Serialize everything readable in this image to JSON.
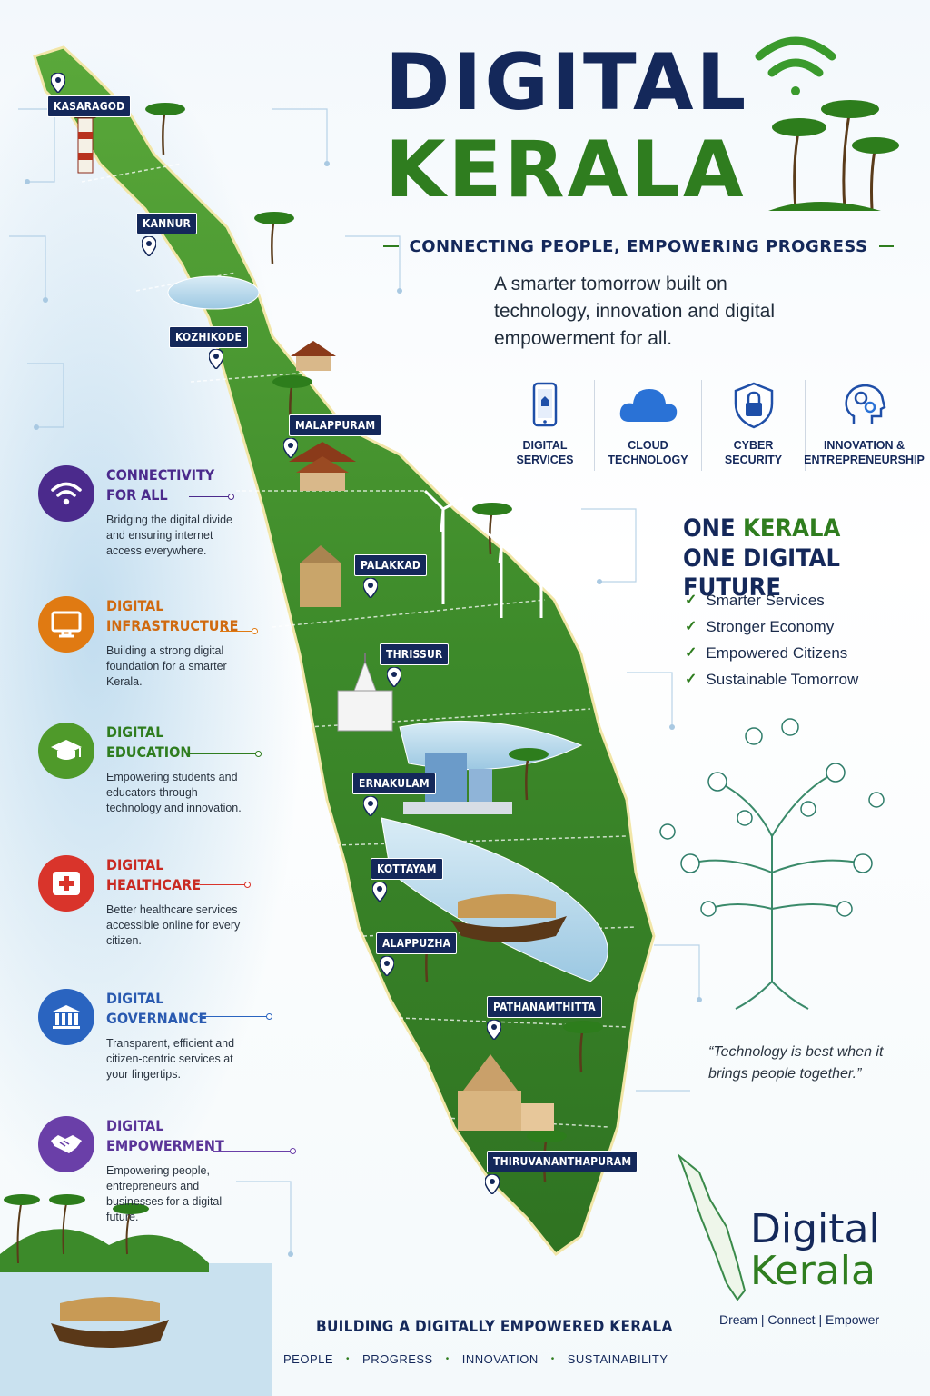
{
  "header": {
    "title_line1": "DIGITAL",
    "title_line2": "KERALA",
    "tagline": "CONNECTING PEOPLE, EMPOWERING PROGRESS",
    "intro": "A smarter tomorrow built on technology, innovation and digital empowerment for all."
  },
  "services": [
    {
      "icon": "smartphone-icon",
      "label_line1": "DIGITAL",
      "label_line2": "SERVICES"
    },
    {
      "icon": "cloud-icon",
      "label_line1": "CLOUD",
      "label_line2": "TECHNOLOGY"
    },
    {
      "icon": "shield-lock-icon",
      "label_line1": "CYBER",
      "label_line2": "SECURITY"
    },
    {
      "icon": "brain-gears-icon",
      "label_line1": "INNOVATION &",
      "label_line2": "ENTREPRENEURSHIP"
    }
  ],
  "cities": [
    "KASARAGOD",
    "KANNUR",
    "KOZHIKODE",
    "MALAPPURAM",
    "PALAKKAD",
    "THRISSUR",
    "ERNAKULAM",
    "KOTTAYAM",
    "ALAPPUZHA",
    "PATHANAMTHITTA",
    "THIRUVANANTHAPURAM"
  ],
  "features": [
    {
      "icon": "wifi-icon",
      "color": "#4b2a8c",
      "title_line1": "CONNECTIVITY",
      "title_line2": "FOR ALL",
      "desc": "Bridging the digital divide and ensuring internet access everywhere."
    },
    {
      "icon": "monitor-icon",
      "color": "#e07a12",
      "title_line1": "DIGITAL",
      "title_line2": "INFRASTRUCTURE",
      "desc": "Building a strong digital foundation for a smarter Kerala."
    },
    {
      "icon": "graduation-cap-icon",
      "color": "#4f9a2a",
      "title_line1": "DIGITAL",
      "title_line2": "EDUCATION",
      "desc": "Empowering students and educators through technology and innovation."
    },
    {
      "icon": "medical-cross-icon",
      "color": "#d9342b",
      "title_line1": "DIGITAL",
      "title_line2": "HEALTHCARE",
      "desc": "Better healthcare services accessible online for every citizen."
    },
    {
      "icon": "government-building-icon",
      "color": "#2a64c0",
      "title_line1": "DIGITAL",
      "title_line2": "GOVERNANCE",
      "desc": "Transparent, efficient and citizen-centric services at your fingertips."
    },
    {
      "icon": "handshake-icon",
      "color": "#6a3fa8",
      "title_line1": "DIGITAL",
      "title_line2": "EMPOWERMENT",
      "desc": "Empowering people, entrepreneurs and businesses for a digital future."
    }
  ],
  "one_kerala": {
    "line1_a": "ONE ",
    "line1_b": "KERALA",
    "line2": "ONE DIGITAL FUTURE",
    "check": "✓",
    "items": [
      "Smarter Services",
      "Stronger Economy",
      "Empowered Citizens",
      "Sustainable Tomorrow"
    ]
  },
  "quote": "“Technology is best when it brings people together.”",
  "logo": {
    "word1": "Digital",
    "word2": "Kerala",
    "slogan": "Dream | Connect | Empower"
  },
  "footer": {
    "title": "BUILDING A DIGITALLY EMPOWERED KERALA",
    "values": [
      "PEOPLE",
      "PROGRESS",
      "INNOVATION",
      "SUSTAINABILITY"
    ],
    "separator": "•"
  },
  "colors": {
    "navy": "#14285a",
    "green": "#2f7d1f",
    "sea": "#3f86b8",
    "land": "#3d8a2a"
  }
}
